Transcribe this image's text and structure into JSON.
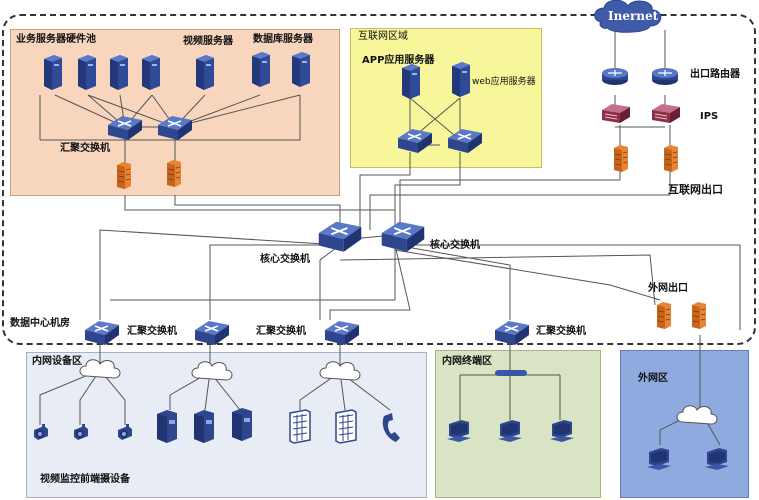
{
  "zones": {
    "business_pool": "业务服务器硬件池",
    "video_servers": "视频服务器",
    "db_servers": "数据库服务器",
    "agg_switch_top": "汇聚交换机",
    "internet_zone": "互联网区域",
    "app_servers": "APP应用服务器",
    "web_servers": "web应用服务器",
    "internet_cloud": "Inernet",
    "exit_router": "出口路由器",
    "ips": "IPS",
    "internet_exit": "互联网出口",
    "core_switch_left": "核心交换机",
    "core_switch_right": "核心交换机",
    "datacenter_room": "数据中心机房",
    "agg_switch_1": "汇聚交换机",
    "agg_switch_2": "汇聚交换机",
    "agg_switch_3": "汇聚交换机",
    "external_exit": "外网出口",
    "intranet_device_zone": "内网设备区",
    "intranet_terminal_zone": "内网终端区",
    "external_zone": "外网区",
    "video_frontend": "视频监控前端摄设备"
  },
  "colors": {
    "business_fill": "#f8d5bd",
    "internet_fill": "#f8f69a",
    "intranet_fill": "#e8ecf5",
    "terminal_fill": "#d8e4c3",
    "external_fill": "#8eaade",
    "device_blue": "#3a56a5",
    "firewall": "#e88434"
  }
}
